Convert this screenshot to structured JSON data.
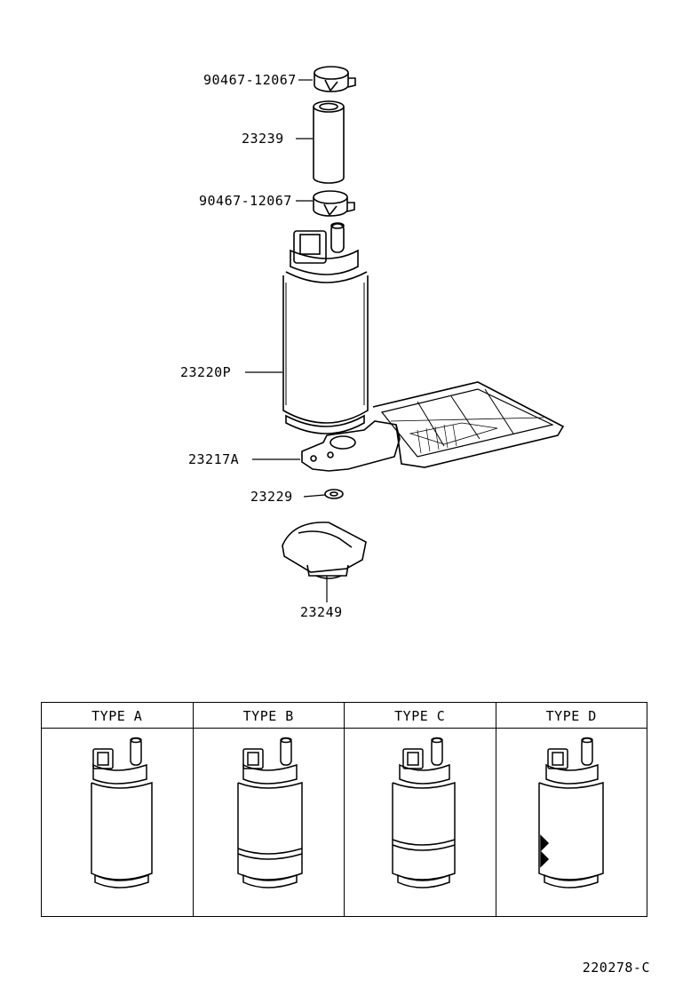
{
  "parts": {
    "clamp_upper": "90467-12067",
    "hose": "23239",
    "clamp_lower": "90467-12067",
    "pump": "23220P",
    "bracket": "23217A",
    "washer": "23229",
    "cushion": "23249"
  },
  "types": [
    {
      "label": "TYPE A"
    },
    {
      "label": "TYPE B"
    },
    {
      "label": "TYPE C"
    },
    {
      "label": "TYPE D"
    }
  ],
  "footer_code": "220278-C"
}
